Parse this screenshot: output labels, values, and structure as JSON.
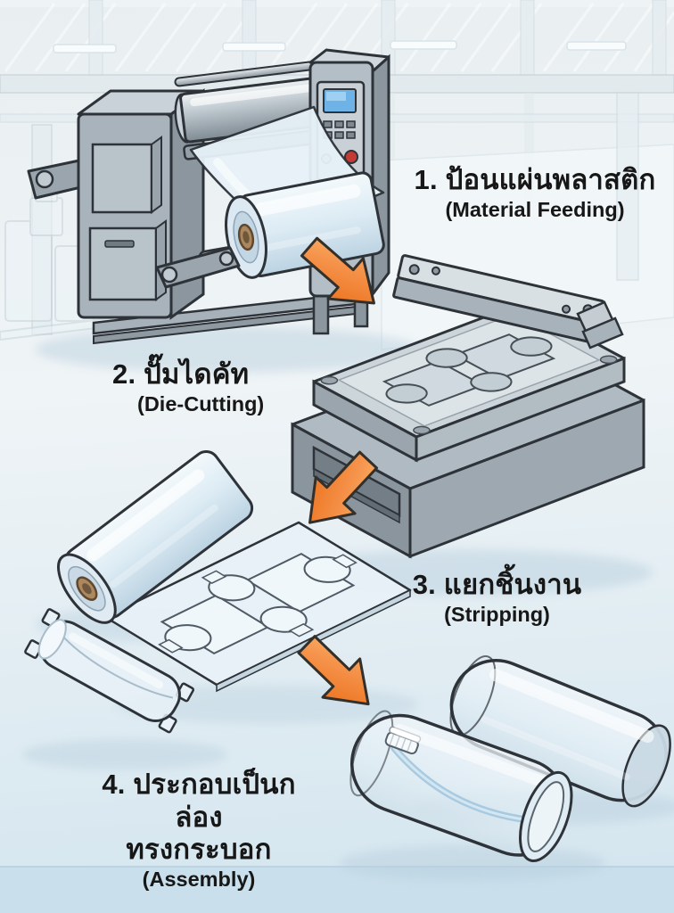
{
  "colors": {
    "text": "#171717",
    "bg-top": "#e9eff1",
    "bg-bottom": "#d3e5ef",
    "arrow-orange": "#ee7c2b",
    "arrow-orange-light": "#fcb469",
    "outline-dark": "#2d3338",
    "machine-gray": "#aab4bc",
    "machine-gray-light": "#cfd8dd",
    "plastic-blue-light": "#e8f1f8",
    "plastic-blue-shade": "#c3d6e4",
    "roll-core-brown": "#ab875e",
    "screen-blue": "#6db3e8",
    "stop-button-red": "#c23b35",
    "shadow-blue": "#b6cddd"
  },
  "diagram": {
    "steps": [
      {
        "thai": "1. ป้อนแผ่นพลาสติก",
        "english": "(Material Feeding)",
        "object": "plastic-sheet-feeding-machine"
      },
      {
        "thai": "2. ปั๊มไดคัท",
        "english": "(Die-Cutting)",
        "object": "die-cutting-press"
      },
      {
        "thai": "3. แยกชิ้นงาน",
        "english": "(Stripping)",
        "object": "die-cut-sheet-with-film-roll"
      },
      {
        "thai_line1": "4. ประกอบเป็นกล่อง",
        "thai_line2": "ทรงกระบอก",
        "english": "(Assembly)",
        "object": "clear-cylinder-tubes-with-toothbrush"
      }
    ]
  }
}
